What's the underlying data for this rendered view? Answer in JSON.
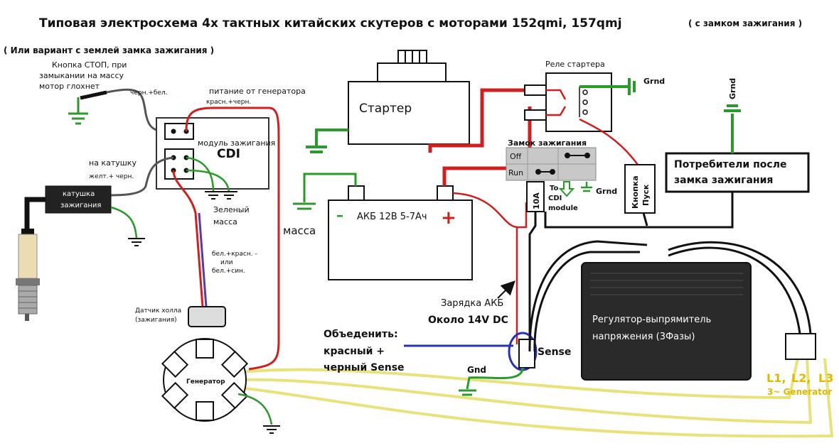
{
  "title": "Типовая электросхема 4х тактных китайских скутеров с моторами 152qmi, 157qmj",
  "title_note": "( с замком зажигания )",
  "variant_note": "( Или вариант с землей замка зажигания )",
  "labels": {
    "stop_button": [
      "Кнопка СТОП, при",
      "замыкании на массу",
      "мотор глохнет"
    ],
    "black_white": "черн.+бел.",
    "gen_power": "питание от генератора",
    "red_black": "красн.+черн.",
    "cdi_module": "модуль зажигания",
    "cdi": "CDI",
    "to_coil": "на катушку",
    "yellow_black": "желт.+ черн.",
    "coil": [
      "катушка",
      "зажигания"
    ],
    "green_ground": [
      "Зеленый",
      "масса"
    ],
    "hall_wires": [
      "бел.+красн. -",
      "или",
      "бел.+син."
    ],
    "hall_sensor": [
      "Датчик холла",
      "(зажигания)"
    ],
    "generator": "Генератор",
    "starter": "Стартер",
    "mass": "масса",
    "battery_minus": "–",
    "battery": "АКБ 12В 5-7Ач",
    "battery_plus": "+",
    "relay": "Реле стартера",
    "grnd": "Grnd",
    "ign_switch": "Замок зажигания",
    "off": "Off",
    "run": "Run",
    "to_cdi": [
      "To",
      "CDI",
      "module"
    ],
    "fuse": "10A",
    "start_button": [
      "Кнопка",
      "Пуск"
    ],
    "consumers": [
      "Потребители после",
      "замка зажигания"
    ],
    "charge": [
      "Зарядка АКБ",
      "Около 14V DC"
    ],
    "merge": [
      "Объеденить:",
      "красный +",
      "черный Sense"
    ],
    "sense": "Sense",
    "gnd": "Gnd",
    "regulator": [
      "Регулятор-выпрямитель",
      "напряжения (3Фазы)"
    ],
    "phases": [
      "L1,",
      "L2,",
      "L3"
    ],
    "three_gen": "3~ Generator"
  },
  "colors": {
    "red": "#d01f1f",
    "black": "#111111",
    "green": "#2a9a2a",
    "yellow": "#e9e27a",
    "blue": "#2432b8",
    "violet": "#5b3aa6",
    "regulator": "#2a2a2a"
  }
}
